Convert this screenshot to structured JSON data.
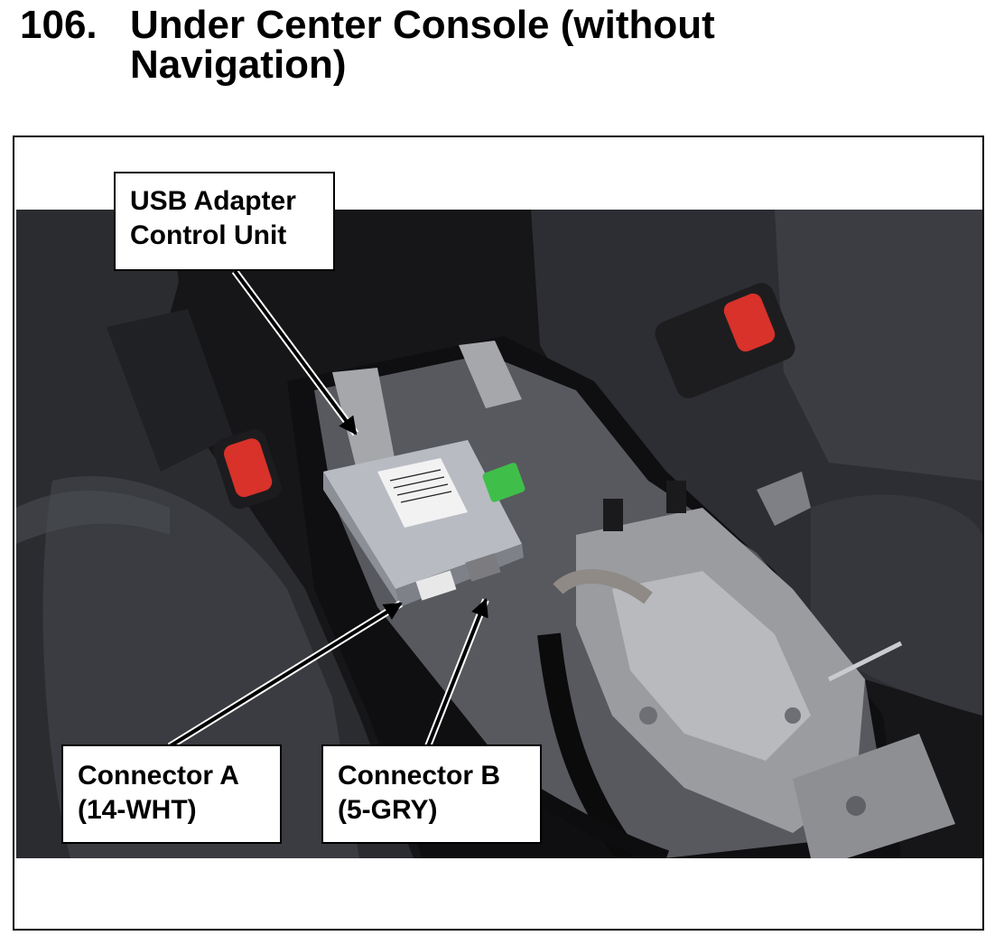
{
  "header": {
    "number": "106.",
    "title_line1": "Under Center Console (without",
    "title_line2": "Navigation)"
  },
  "callouts": {
    "usb_adapter": {
      "line1": "USB Adapter",
      "line2": "Control Unit"
    },
    "connector_a": {
      "line1": "Connector A",
      "line2": "(14-WHT)"
    },
    "connector_b": {
      "line1": "Connector B",
      "line2": "(5-GRY)"
    }
  },
  "colors": {
    "seat_leather": "#2a2b2e",
    "carpet": "#1c1a1c",
    "metal_bracket": "#9a9ca0",
    "control_unit": "#b8bcc2",
    "buckle_red": "#d8322a",
    "connector_green": "#3fbf4a"
  }
}
